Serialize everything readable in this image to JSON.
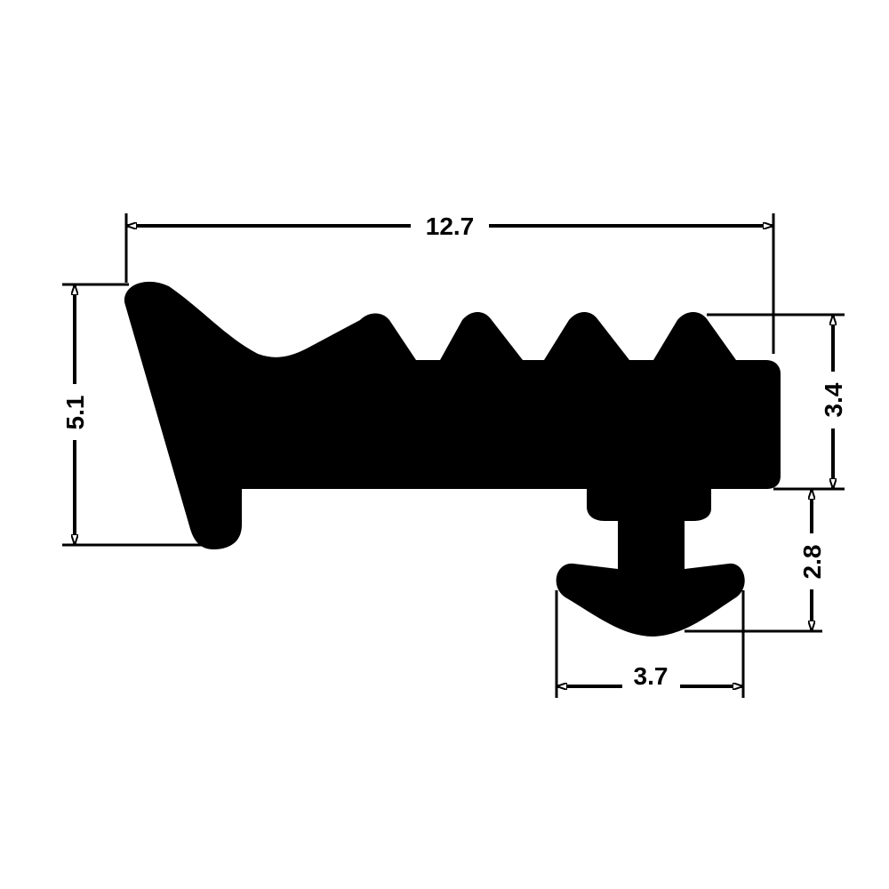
{
  "drawing": {
    "type": "rubber seal profile cross-section",
    "colors": {
      "profile_fill": "#000000",
      "background": "#ffffff",
      "dimension_lines": "#000000"
    },
    "dimensions": {
      "overall_width": "12.7",
      "left_height": "5.1",
      "body_height": "3.4",
      "foot_height": "2.8",
      "foot_width": "3.7"
    },
    "features": {
      "teeth_count": 4,
      "foot": "T-shaped anchor foot with V-shaped wings"
    }
  }
}
